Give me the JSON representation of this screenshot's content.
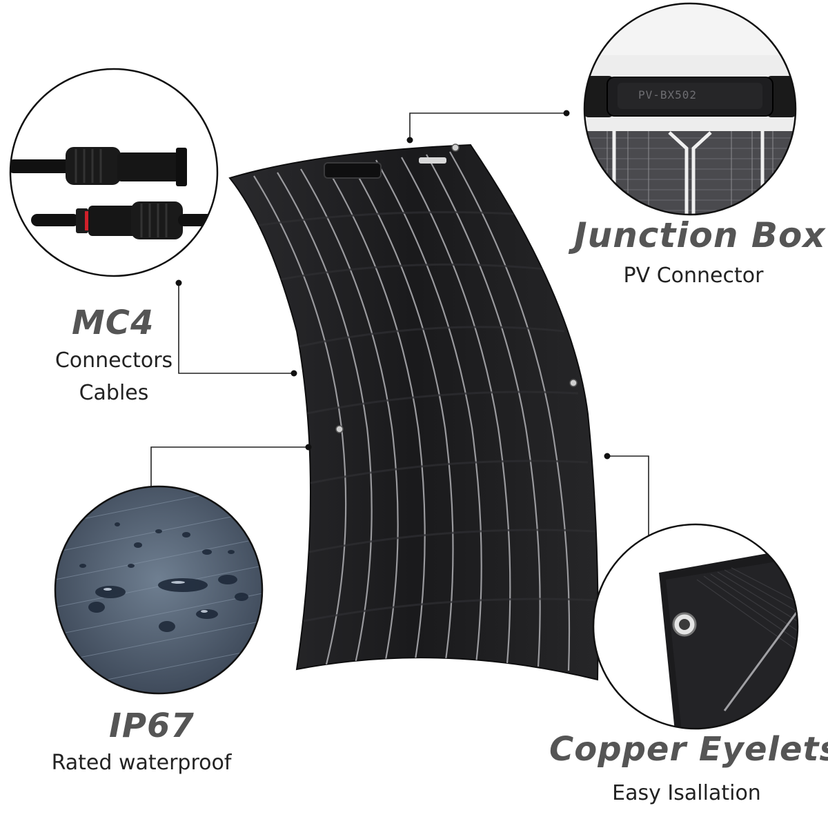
{
  "features": {
    "junction_box": {
      "title": "Junction Box",
      "subtitle": "PV Connector",
      "embossed_text": "PV-BX502"
    },
    "mc4": {
      "title": "MC4",
      "subtitle_line1": "Connectors",
      "subtitle_line2": "Cables"
    },
    "ip67": {
      "title": "IP67",
      "subtitle": "Rated waterproof"
    },
    "copper_eyelets": {
      "title": "Copper Eyelets",
      "subtitle": "Easy Isallation"
    }
  },
  "colors": {
    "panel": "#1c1c1e",
    "panel_line": "#8a8a8e",
    "title": "#555555",
    "subtitle": "#222222",
    "leader": "#222222"
  }
}
